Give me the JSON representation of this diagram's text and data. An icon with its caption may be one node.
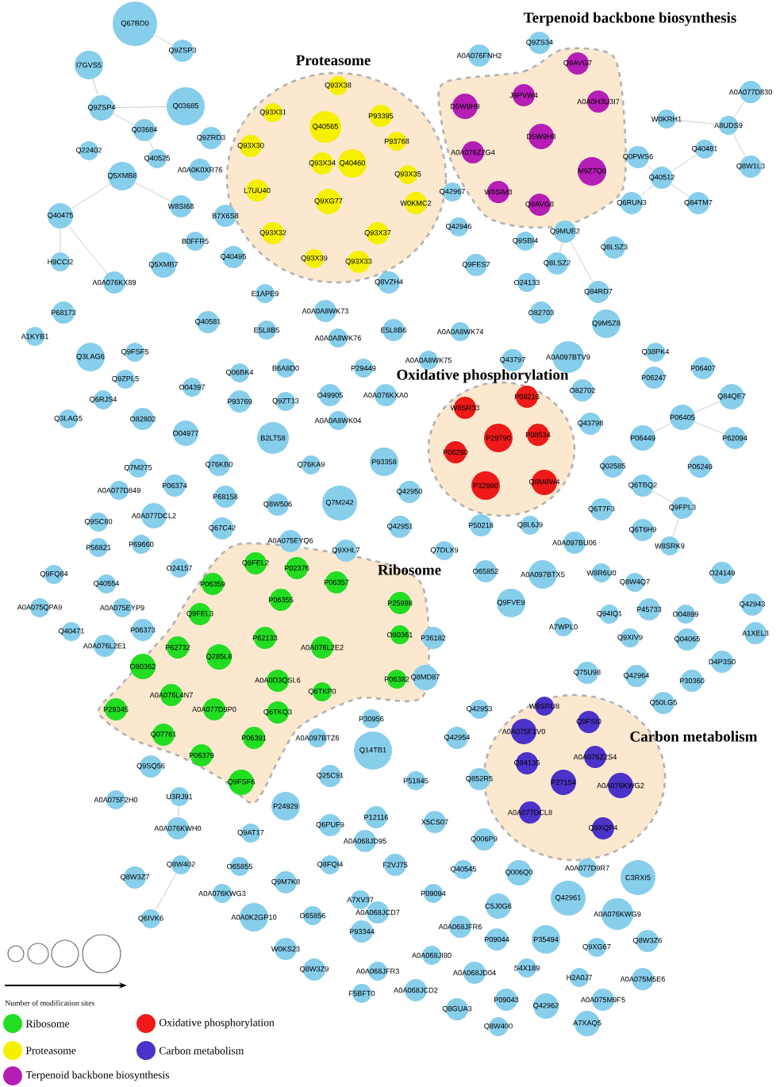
{
  "diagram": {
    "nodes": [
      {
        "text": [
          "Proteasome"
        ]
      },
      {
        "text": [
          "Q93X38"
        ],
        "in": 0
      },
      {
        "text": [
          "Q93X31"
        ],
        "in": 0
      },
      {
        "text": [
          "Q40565"
        ],
        "in": 0
      },
      {
        "text": [
          "P93395"
        ],
        "in": 0
      },
      {
        "text": [
          "Q93X30"
        ],
        "in": 0
      },
      {
        "text": [
          "Q93X34"
        ],
        "in": 0
      },
      {
        "text": [
          "Q40460"
        ],
        "in": 0
      },
      {
        "text": [
          "P93768"
        ],
        "in": 0
      },
      {
        "text": [
          "Q93X35"
        ],
        "in": 0
      },
      {
        "text": [
          "L7UU40"
        ],
        "in": 0
      },
      {
        "text": [
          "Q9XG77"
        ],
        "in": 0
      },
      {
        "text": [
          "W0KMC2"
        ],
        "in": 0
      },
      {
        "text": [
          "Q93X32"
        ],
        "in": 0
      },
      {
        "text": [
          "Q93X37"
        ],
        "in": 0
      },
      {
        "text": [
          "Q93X39"
        ],
        "in": 0
      },
      {
        "text": [
          "Q93X33"
        ],
        "in": 0
      },
      {
        "text": [
          "Terpenoid backbone biosynthesis"
        ]
      },
      {
        "text": [
          "Q9AVG7"
        ],
        "in": 17
      },
      {
        "text": [
          "J9PVW4"
        ],
        "in": 17
      },
      {
        "text": [
          "D5W9H9"
        ],
        "in": 17
      },
      {
        "text": [
          "A0A0H3U3I7"
        ],
        "in": 17
      },
      {
        "text": [
          "D5W9H8"
        ],
        "in": 17
      },
      {
        "text": [
          "A0A076Z2G4"
        ],
        "in": 17
      },
      {
        "text": [
          "M9Z7Q0"
        ],
        "in": 17
      },
      {
        "text": [
          "W8SIM3"
        ],
        "in": 17
      },
      {
        "text": [
          "Q9AVG8"
        ],
        "in": 17
      },
      {
        "text": [
          "Oxidative phosphorylation"
        ]
      },
      {
        "text": [
          "W8SR33"
        ],
        "in": 27
      },
      {
        "text": [
          "P08216"
        ],
        "in": 27
      },
      {
        "text": [
          "P29790"
        ],
        "in": 27
      },
      {
        "text": [
          "P08534"
        ],
        "in": 27
      },
      {
        "text": [
          "P06290"
        ],
        "in": 27
      },
      {
        "text": [
          "P32980"
        ],
        "in": 27
      },
      {
        "text": [
          "Q8M8W4"
        ],
        "in": 27
      },
      {
        "text": [
          "Ribosome"
        ]
      },
      {
        "text": [
          "Q9FEL2"
        ],
        "in": 35
      },
      {
        "text": [
          "P02376"
        ],
        "in": 35
      },
      {
        "text": [
          "P06359"
        ],
        "in": 35
      },
      {
        "text": [
          "P06357"
        ],
        "in": 35
      },
      {
        "text": [
          "P06355"
        ],
        "in": 35
      },
      {
        "text": [
          "Q9FEL3"
        ],
        "in": 35
      },
      {
        "text": [
          "P25998"
        ],
        "in": 35
      },
      {
        "text": [
          "P62133"
        ],
        "in": 35
      },
      {
        "text": [
          "P62732"
        ],
        "in": 35
      },
      {
        "text": [
          "A0A076L2E2"
        ],
        "in": 35
      },
      {
        "text": [
          "O80361"
        ],
        "in": 35
      },
      {
        "text": [
          "Q285L8"
        ],
        "in": 35
      },
      {
        "text": [
          "O80362"
        ],
        "in": 35
      },
      {
        "text": [
          "A0A0D3QSL6"
        ],
        "in": 35
      },
      {
        "text": [
          "Q6TKP0"
        ],
        "in": 35
      },
      {
        "text": [
          "P06382"
        ],
        "in": 35
      },
      {
        "text": [
          "A0A076L4N7"
        ],
        "in": 35
      },
      {
        "text": [
          "P29345"
        ],
        "in": 35
      },
      {
        "text": [
          "A0A077D9P0"
        ],
        "in": 35
      },
      {
        "text": [
          "Q6TKQ3"
        ],
        "in": 35
      },
      {
        "text": [
          "Q07761"
        ],
        "in": 35
      },
      {
        "text": [
          "P06391"
        ],
        "in": 35
      },
      {
        "text": [
          "P06379"
        ],
        "in": 35
      },
      {
        "text": [
          "Q9FSF6"
        ],
        "in": 35
      },
      {
        "text": [
          "Carbon metabolism"
        ]
      },
      {
        "text": [
          "W8SRU8"
        ],
        "in": 60
      },
      {
        "text": [
          "Q9FSI0"
        ],
        "in": 60
      },
      {
        "text": [
          "A0A075F1V0"
        ],
        "in": 60
      },
      {
        "text": [
          "A0A076Z2S4"
        ],
        "in": 60
      },
      {
        "text": [
          "Q84135"
        ],
        "in": 60
      },
      {
        "text": [
          "P27154"
        ],
        "in": 60
      },
      {
        "text": [
          "A0A076KWG2"
        ],
        "in": 60
      },
      {
        "text": [
          "A0A077DCL8"
        ],
        "in": 60
      },
      {
        "text": [
          "Q9XQP4"
        ],
        "in": 60
      },
      {
        "text": [
          "Q67BD0"
        ]
      },
      {
        "text": [
          "Q9ZSP3"
        ]
      },
      {
        "text": [
          "I7GVS5"
        ]
      },
      {
        "text": [
          "Q03685"
        ]
      },
      {
        "text": [
          "Q9ZSP4"
        ]
      },
      {
        "text": [
          "Q03684"
        ]
      },
      {
        "text": [
          "Q22402"
        ]
      },
      {
        "text": [
          "Q40525"
        ]
      },
      {
        "text": [
          "Q9ZRD3"
        ]
      },
      {
        "text": [
          "A0A0K0XR76"
        ]
      },
      {
        "text": [
          "Q5XMB8"
        ]
      },
      {
        "text": [
          "W8SI68"
        ]
      },
      {
        "text": [
          "B7X6S8"
        ]
      },
      {
        "text": [
          "Q40475"
        ]
      },
      {
        "text": [
          "B0FFR5"
        ]
      },
      {
        "text": [
          "Q40495"
        ]
      },
      {
        "text": [
          "H9CCI2"
        ]
      },
      {
        "text": [
          "Q5XMB7"
        ]
      },
      {
        "text": [
          "A0A076KX89"
        ]
      },
      {
        "text": [
          "E1APE9"
        ]
      },
      {
        "text": [
          "Q8VZH4"
        ]
      },
      {
        "text": [
          "A0A0A8WK73"
        ]
      },
      {
        "text": [
          "P68173"
        ]
      },
      {
        "text": [
          "Q40581"
        ]
      },
      {
        "text": [
          "E5L8B5"
        ]
      },
      {
        "text": [
          "E5L8B6"
        ]
      },
      {
        "text": [
          "A1KYB1"
        ]
      },
      {
        "text": [
          "A0A0A8WK76"
        ]
      },
      {
        "text": [
          "Q9FSF5"
        ]
      },
      {
        "text": [
          "Q3LAG6"
        ]
      },
      {
        "text": [
          "Q9ZS34"
        ]
      },
      {
        "text": [
          "A0A076FNH2"
        ]
      },
      {
        "text": [
          "A0A077D830"
        ]
      },
      {
        "text": [
          "W0KRH1"
        ]
      },
      {
        "text": [
          "A8UDS9"
        ]
      },
      {
        "text": [
          "Q40481"
        ]
      },
      {
        "text": [
          "Q0PWS6"
        ]
      },
      {
        "text": [
          "Q8W1L3"
        ]
      },
      {
        "text": [
          "Q40512"
        ]
      },
      {
        "text": [
          "Q42967"
        ]
      },
      {
        "text": [
          "Q6RUN3"
        ]
      },
      {
        "text": [
          "Q84TM7"
        ]
      },
      {
        "text": [
          "Q42946"
        ]
      },
      {
        "text": [
          "Q9MUE2"
        ]
      },
      {
        "text": [
          "Q9SBI4"
        ]
      },
      {
        "text": [
          "Q8LSZ3"
        ]
      },
      {
        "text": [
          "Q9FES7"
        ]
      },
      {
        "text": [
          "Q8LSZ2"
        ]
      },
      {
        "text": [
          "O24133"
        ]
      },
      {
        "text": [
          "Q84RD7"
        ]
      },
      {
        "text": [
          "O82703"
        ]
      },
      {
        "text": [
          "Q9M5Z8"
        ]
      },
      {
        "text": [
          "A0A0A8WK74"
        ]
      },
      {
        "text": [
          "A0A0A8WK75"
        ]
      },
      {
        "text": [
          "Q43797"
        ]
      },
      {
        "text": [
          "A0A097BTV9"
        ]
      },
      {
        "text": [
          "Q38PK4"
        ]
      },
      {
        "text": [
          "P06407"
        ]
      },
      {
        "text": [
          "Q9ZPL5"
        ]
      },
      {
        "text": [
          "Q06BK4"
        ]
      },
      {
        "text": [
          "B6A8D0"
        ]
      },
      {
        "text": [
          "P29449"
        ]
      },
      {
        "text": [
          "O04397"
        ]
      },
      {
        "text": [
          "Q6RJS4"
        ]
      },
      {
        "text": [
          "P93769"
        ]
      },
      {
        "text": [
          "Q9ZT13"
        ]
      },
      {
        "text": [
          "O49905"
        ]
      },
      {
        "text": [
          "A0A076KXA0"
        ]
      },
      {
        "text": [
          "Q3LAG5"
        ]
      },
      {
        "text": [
          "O82802"
        ]
      },
      {
        "text": [
          "A0A0A8WK04"
        ]
      },
      {
        "text": [
          "O04977"
        ]
      },
      {
        "text": [
          "B2LT58"
        ]
      },
      {
        "text": [
          "P93358"
        ]
      },
      {
        "text": [
          "Q7M275"
        ]
      },
      {
        "text": [
          "Q76KB0"
        ]
      },
      {
        "text": [
          "Q76KA9"
        ]
      },
      {
        "text": [
          "A0A077D849"
        ]
      },
      {
        "text": [
          "P06374"
        ]
      },
      {
        "text": [
          "P68158"
        ]
      },
      {
        "text": [
          "A0A077DCL2"
        ]
      },
      {
        "text": [
          "Q8W506"
        ]
      },
      {
        "text": [
          "Q7M242"
        ]
      },
      {
        "text": [
          "Q9SC80"
        ]
      },
      {
        "text": [
          "Q67C42"
        ]
      },
      {
        "text": [
          "A0A075EYQ6"
        ]
      },
      {
        "text": [
          "P56821"
        ]
      },
      {
        "text": [
          "P69660"
        ]
      },
      {
        "text": [
          "Q9XHL7"
        ]
      },
      {
        "text": [
          "O24157"
        ]
      },
      {
        "text": [
          "Q9FQ84"
        ]
      },
      {
        "text": [
          "Q40554"
        ]
      },
      {
        "text": [
          "A0A075EYP9"
        ]
      },
      {
        "text": [
          "A0A075QPA9"
        ]
      },
      {
        "text": [
          "Q40471"
        ]
      },
      {
        "text": [
          "P06373"
        ]
      },
      {
        "text": [
          "A0A076L2E1"
        ]
      },
      {
        "text": [
          "O82702"
        ]
      },
      {
        "text": [
          "P06247"
        ]
      },
      {
        "text": [
          "Q84QE7"
        ]
      },
      {
        "text": [
          "Q43798"
        ]
      },
      {
        "text": [
          "P06405"
        ]
      },
      {
        "text": [
          "P06449"
        ]
      },
      {
        "text": [
          "P62094"
        ]
      },
      {
        "text": [
          "Q02585"
        ]
      },
      {
        "text": [
          "P06249"
        ]
      },
      {
        "text": [
          "Q6TBQ2"
        ]
      },
      {
        "text": [
          "Q42950"
        ]
      },
      {
        "text": [
          "Q6T7F3"
        ]
      },
      {
        "text": [
          "Q9FPL3"
        ]
      },
      {
        "text": [
          "Q42951"
        ]
      },
      {
        "text": [
          "P50218"
        ]
      },
      {
        "text": [
          "Q8L6J9"
        ]
      },
      {
        "text": [
          "Q6T6H9"
        ]
      },
      {
        "text": [
          "A0A097BU06"
        ]
      },
      {
        "text": [
          "W8SRK9"
        ]
      },
      {
        "text": [
          "Q7DLX9"
        ]
      },
      {
        "text": [
          "O65852"
        ]
      },
      {
        "text": [
          "A0A097BTX5"
        ]
      },
      {
        "text": [
          "W8R6U0"
        ]
      },
      {
        "text": [
          "Q8W4Q7"
        ]
      },
      {
        "text": [
          "O24149"
        ]
      },
      {
        "text": [
          "Q9FVE9"
        ]
      },
      {
        "text": [
          "Q94IQ1"
        ]
      },
      {
        "text": [
          "P45733"
        ]
      },
      {
        "text": [
          "O04899"
        ]
      },
      {
        "text": [
          "Q42943"
        ]
      },
      {
        "text": [
          "A7WPL0"
        ]
      },
      {
        "text": [
          "A1XEL3"
        ]
      },
      {
        "text": [
          "Q9XIV9"
        ]
      },
      {
        "text": [
          "Q04065"
        ]
      },
      {
        "text": [
          "D4P3S0"
        ]
      },
      {
        "text": [
          "P36182"
        ]
      },
      {
        "text": [
          "Q75U98"
        ]
      },
      {
        "text": [
          "Q42964"
        ]
      },
      {
        "text": [
          "P30360"
        ]
      },
      {
        "text": [
          "Q8MD87"
        ]
      },
      {
        "text": [
          "Q50LG5"
        ]
      },
      {
        "text": [
          "Q42953"
        ]
      },
      {
        "text": [
          "P30956"
        ]
      },
      {
        "text": [
          "A0A097BTZ6"
        ]
      },
      {
        "text": [
          "Q14TB1"
        ]
      },
      {
        "text": [
          "Q9SQ56"
        ]
      },
      {
        "text": [
          "Q25C91"
        ]
      },
      {
        "text": [
          "A0A075F2H0"
        ]
      },
      {
        "text": [
          "U3RJ91"
        ]
      },
      {
        "text": [
          "P24929"
        ]
      },
      {
        "text": [
          "Q6PUF9"
        ]
      },
      {
        "text": [
          "P12116"
        ]
      },
      {
        "text": [
          "A0A076KWH0"
        ]
      },
      {
        "text": [
          "Q9AT17"
        ]
      },
      {
        "text": [
          "A0A068JD95"
        ]
      },
      {
        "text": [
          "Q42954"
        ]
      },
      {
        "text": [
          "Q8W402"
        ]
      },
      {
        "text": [
          "O65855"
        ]
      },
      {
        "text": [
          "Q8FQI4"
        ]
      },
      {
        "text": [
          "F2VJ75"
        ]
      },
      {
        "text": [
          "P51845"
        ]
      },
      {
        "text": [
          "Q852R5"
        ]
      },
      {
        "text": [
          "X5CS07"
        ]
      },
      {
        "text": [
          "Q006P9"
        ]
      },
      {
        "text": [
          "Q40545"
        ]
      },
      {
        "text": [
          "Q006Q0"
        ]
      },
      {
        "text": [
          "A0A077D9R7"
        ]
      },
      {
        "text": [
          "C3RXI5"
        ]
      },
      {
        "text": [
          "Q8W3Z7"
        ]
      },
      {
        "text": [
          "Q9M7K8"
        ]
      },
      {
        "text": [
          "A0A076KWG3"
        ]
      },
      {
        "text": [
          "A7XV37"
        ]
      },
      {
        "text": [
          "Q42961"
        ]
      },
      {
        "text": [
          "P09094"
        ]
      },
      {
        "text": [
          "C5J0G6"
        ]
      },
      {
        "text": [
          "A0A068JCD7"
        ]
      },
      {
        "text": [
          "A0A076KWG9"
        ]
      },
      {
        "text": [
          "Q6IVK6"
        ]
      },
      {
        "text": [
          "A0A0K2GP10"
        ]
      },
      {
        "text": [
          "O65856"
        ]
      },
      {
        "text": [
          "A0A068JFR6"
        ]
      },
      {
        "text": [
          "P93344"
        ]
      },
      {
        "text": [
          "P09044"
        ]
      },
      {
        "text": [
          "P35494"
        ]
      },
      {
        "text": [
          "Q9XG67"
        ]
      },
      {
        "text": [
          "Q8W3Z6"
        ]
      },
      {
        "text": [
          "W0KS23"
        ]
      },
      {
        "text": [
          "A0A068JI80"
        ]
      },
      {
        "text": [
          "S4X189"
        ]
      },
      {
        "text": [
          "A0A068JD04"
        ]
      },
      {
        "text": [
          "H2A0J7"
        ]
      },
      {
        "text": [
          "A0A075M5E6"
        ]
      },
      {
        "text": [
          "Q8W3Z9"
        ]
      },
      {
        "text": [
          "A0A068JFR3"
        ]
      },
      {
        "text": [
          "F5BFT0"
        ]
      },
      {
        "text": [
          "A0A068JCD2"
        ]
      },
      {
        "text": [
          "P09043"
        ]
      },
      {
        "text": [
          "Q42962"
        ]
      },
      {
        "text": [
          "A0A075M9F5"
        ]
      },
      {
        "text": [
          "Q8GUA3"
        ]
      },
      {
        "text": [
          "A7XAQ5"
        ]
      },
      {
        "text": [
          "Q8W400"
        ]
      }
    ],
    "edges": [
      {
        "from": 70,
        "to": 71,
        "arrow": "none"
      },
      {
        "from": 72,
        "to": 74,
        "arrow": "none"
      },
      {
        "from": 74,
        "to": 73,
        "arrow": "none"
      },
      {
        "from": 74,
        "to": 75,
        "arrow": "none"
      },
      {
        "from": 75,
        "to": 77,
        "arrow": "none"
      },
      {
        "from": 83,
        "to": 86,
        "arrow": "none"
      },
      {
        "from": 83,
        "to": 80,
        "arrow": "none"
      },
      {
        "from": 83,
        "to": 88,
        "arrow": "none"
      },
      {
        "from": 80,
        "to": 81,
        "arrow": "none"
      },
      {
        "from": 103,
        "to": 104,
        "arrow": "none"
      },
      {
        "from": 104,
        "to": 102,
        "arrow": "none"
      },
      {
        "from": 104,
        "to": 107,
        "arrow": "none"
      },
      {
        "from": 105,
        "to": 108,
        "arrow": "none"
      },
      {
        "from": 106,
        "to": 108,
        "arrow": "none"
      },
      {
        "from": 108,
        "to": 110,
        "arrow": "none"
      },
      {
        "from": 108,
        "to": 111,
        "arrow": "none"
      },
      {
        "from": 169,
        "to": 171,
        "arrow": "none"
      },
      {
        "from": 171,
        "to": 173,
        "arrow": "none"
      },
      {
        "from": 171,
        "to": 172,
        "arrow": "none"
      },
      {
        "from": 176,
        "to": 179,
        "arrow": "none"
      },
      {
        "from": 179,
        "to": 185,
        "arrow": "none"
      },
      {
        "from": 113,
        "to": 117,
        "arrow": "none"
      },
      {
        "from": 113,
        "to": 119,
        "arrow": "none"
      },
      {
        "from": 223,
        "to": 244,
        "arrow": "none"
      },
      {
        "from": 215,
        "to": 219,
        "arrow": "none"
      }
    ],
    "labels": [
      "Number of modification sites"
    ],
    "legend": [
      {
        "text": "Ribosome",
        "color": "#22dd22"
      },
      {
        "text": "Proteasome",
        "color": "#f5f000"
      },
      {
        "text": "Terpenoid backbone biosynthesis",
        "color": "#b41eb4"
      },
      {
        "text": "Oxidative phosphorylation",
        "color": "#ee1a1a"
      },
      {
        "text": "Carbon metabolism",
        "color": "#4b32c8"
      }
    ]
  }
}
